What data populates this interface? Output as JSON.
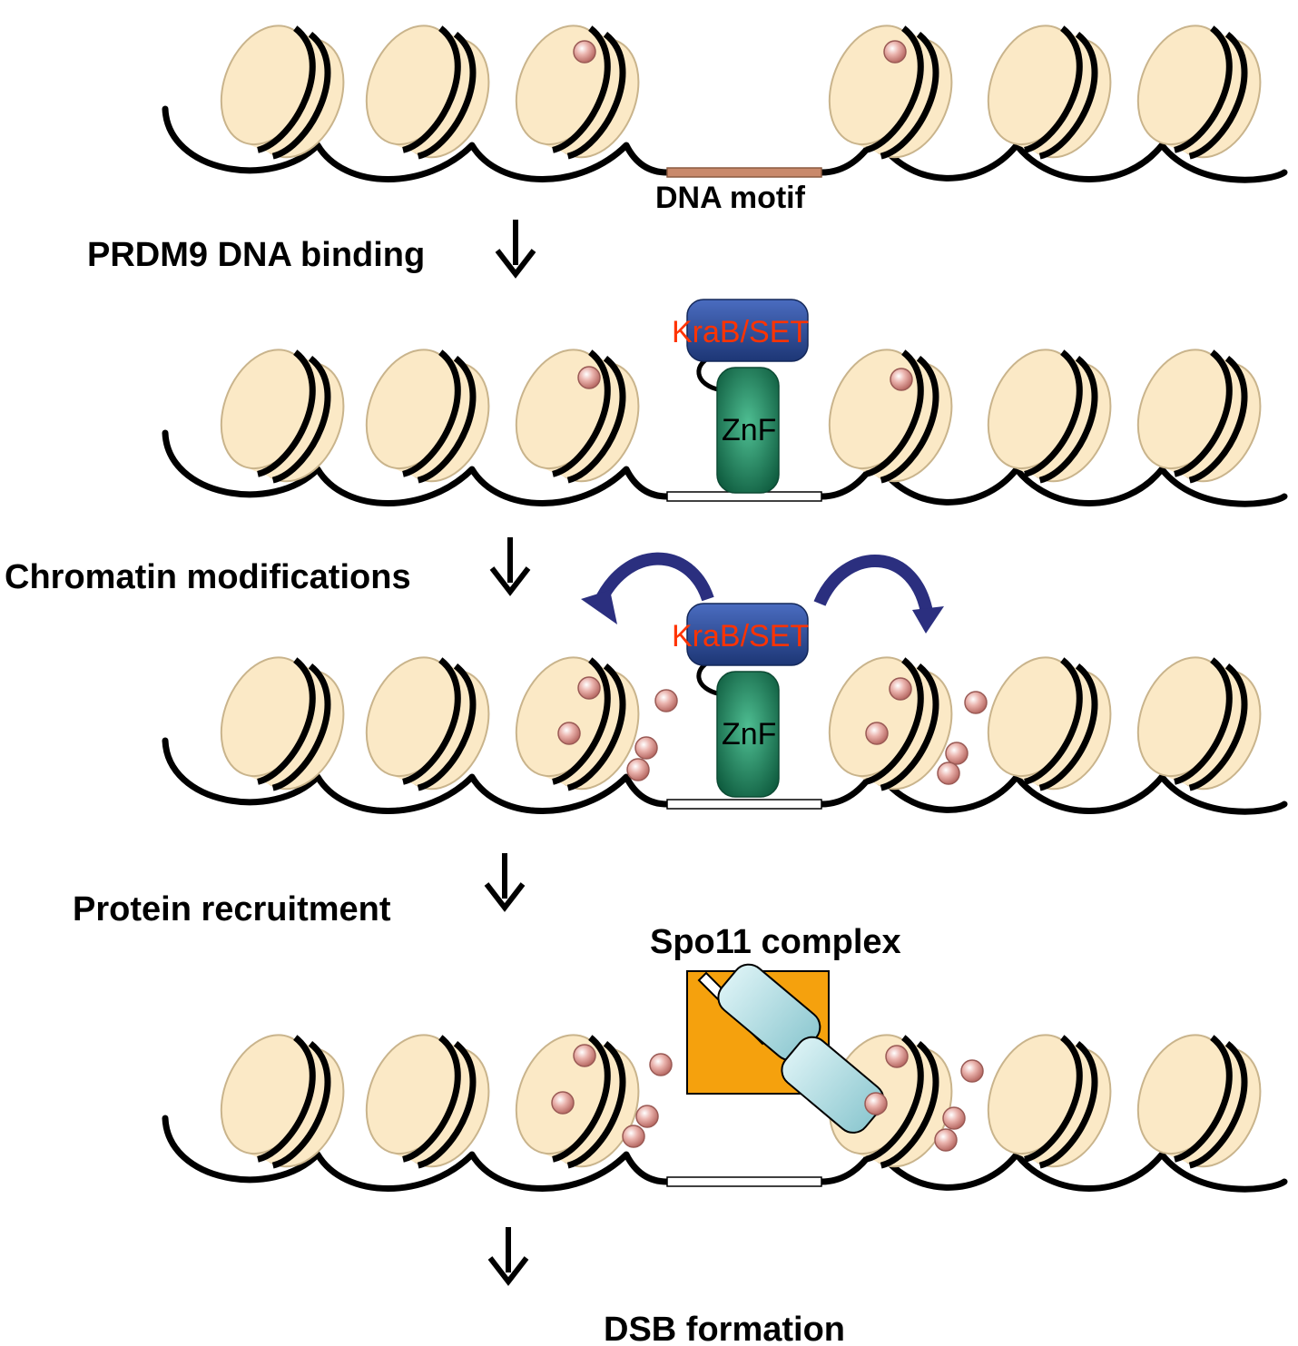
{
  "colors": {
    "nucleosome": "#fbe9c6",
    "nucleosome_edge": "#c9b48c",
    "modification": "#e7a6a0",
    "motif": "#c9896b",
    "krab_set": "#2f4f9e",
    "znf": "#1f7f5c",
    "spo11_square": "#f5a10d",
    "spo11_cylinder": "#a8dbe1",
    "curve_arrow": "#2b2f7f",
    "label_red": "#ff3300"
  },
  "labels": {
    "dna_motif": "DNA motif",
    "step1": "PRDM9 DNA binding",
    "step2": "Chromatin modifications",
    "step3": "Protein recruitment",
    "step4": "DSB formation",
    "krab_set": "KraB/SET",
    "znf": "ZnF",
    "spo11": "Spo11 complex"
  },
  "icons": [
    "nucleosome-icon",
    "down-arrow-icon",
    "curved-arrow-icon",
    "histone-mark-icon",
    "spo11-complex-icon"
  ]
}
